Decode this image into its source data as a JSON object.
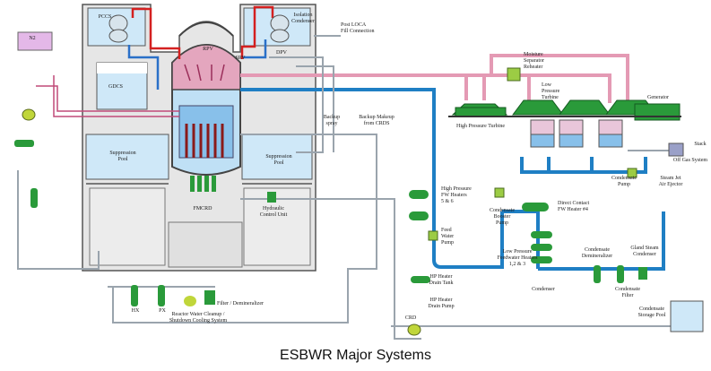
{
  "title": "ESBWR Major Systems",
  "labels": {
    "pccs": "PCCS",
    "ic": "Isolation\nCondenser",
    "post_loca": "Post LOCA\nFill Connection",
    "n2": "N2",
    "gdcs": "GDCS",
    "rpv": "RPV",
    "srv": "SRV",
    "dpv": "DPV",
    "sp_left": "Suppression\nPool",
    "sp_right": "Suppression\nPool",
    "fmcrd": "FMCRD",
    "hcu": "Hydraulic\nControl Unit",
    "backup_spray": "Backup\nspray",
    "backup_makeup": "Backup Makeup\nfrom CRDS",
    "msr": "Moisture\nSeparator\nReheater",
    "lpt": "Low\nPressure\nTurbine",
    "hpt": "High Pressure Turbine",
    "generator": "Generator",
    "stack": "Stack",
    "offgas": "Off Gas System",
    "cond_pump": "Condensate\nPump",
    "sjae": "Steam Jet\nAir Ejector",
    "hp_fwh": "High Pressure\nFW Heaters\n5 & 6",
    "fw_pump": "Feed\nWater\nPump",
    "cbp": "Condensate\nBooster\nPump",
    "dc_fwh": "Direct Contact\nFW Heater #4",
    "lp_fwh": "Low Pressure\nFeedwater Heaters\n1,2 & 3",
    "cond_demin": "Condensate\nDemineralizer",
    "gs_cond": "Gland Steam\nCondenser",
    "condenser": "Condenser",
    "cond_filter": "Condensate\nFilter",
    "cst": "Condensate\nStorage Pool",
    "hp_drain_tank": "HP Heater\nDrain Tank",
    "hp_drain_pump": "HP Heater\nDrain Pump",
    "hx": "HX",
    "px": "PX",
    "filter_demin": "Filter / Demineralizer",
    "rwcu": "Reactor Water Cleanup /\nShutdown Cooling System",
    "crd": "CRD"
  },
  "colors": {
    "steam": "#e49ab4",
    "steam_dark": "#c04a78",
    "feedwater": "#1f7fc4",
    "water_light": "#bfe0f5",
    "pool_blue": "#cfe8f8",
    "building": "#e8e8e8",
    "equipment": "#2a9a3a",
    "hot_red": "#d42020",
    "line_gray": "#9aa4ad"
  }
}
